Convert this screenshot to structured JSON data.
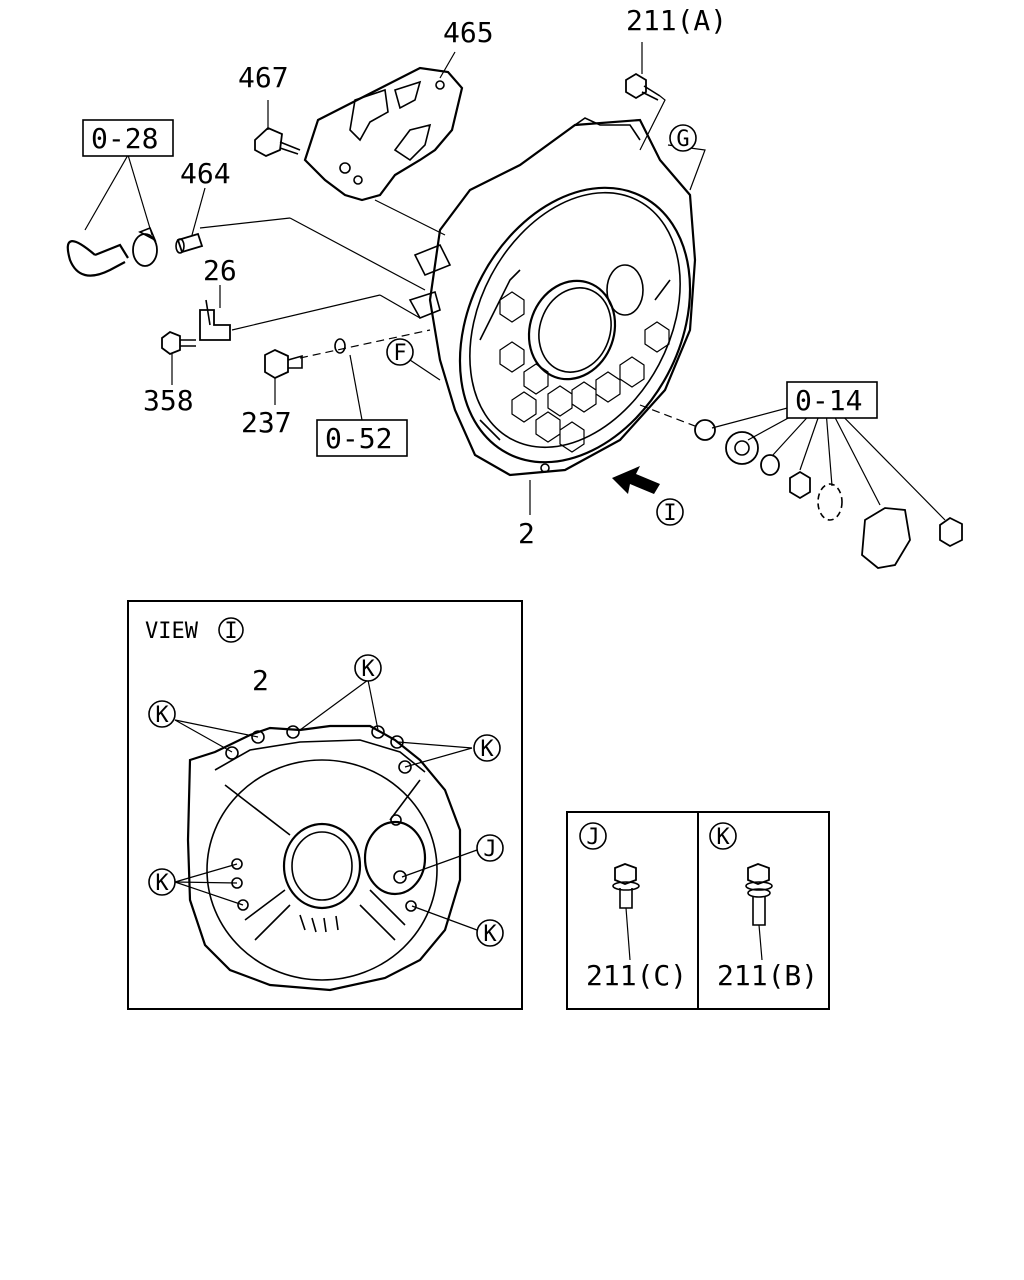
{
  "callouts": {
    "c465": "465",
    "c211a": "211(A)",
    "c467": "467",
    "c028": "0-28",
    "c464": "464",
    "c26": "26",
    "c358": "358",
    "c237": "237",
    "c052": "0-52",
    "c014": "0-14",
    "c2": "2",
    "c2_view": "2",
    "c211c": "211(C)",
    "c211b": "211(B)"
  },
  "markers": {
    "G": "G",
    "F": "F",
    "I": "I",
    "J": "J",
    "K": "K"
  },
  "view": {
    "title": "VIEW"
  }
}
